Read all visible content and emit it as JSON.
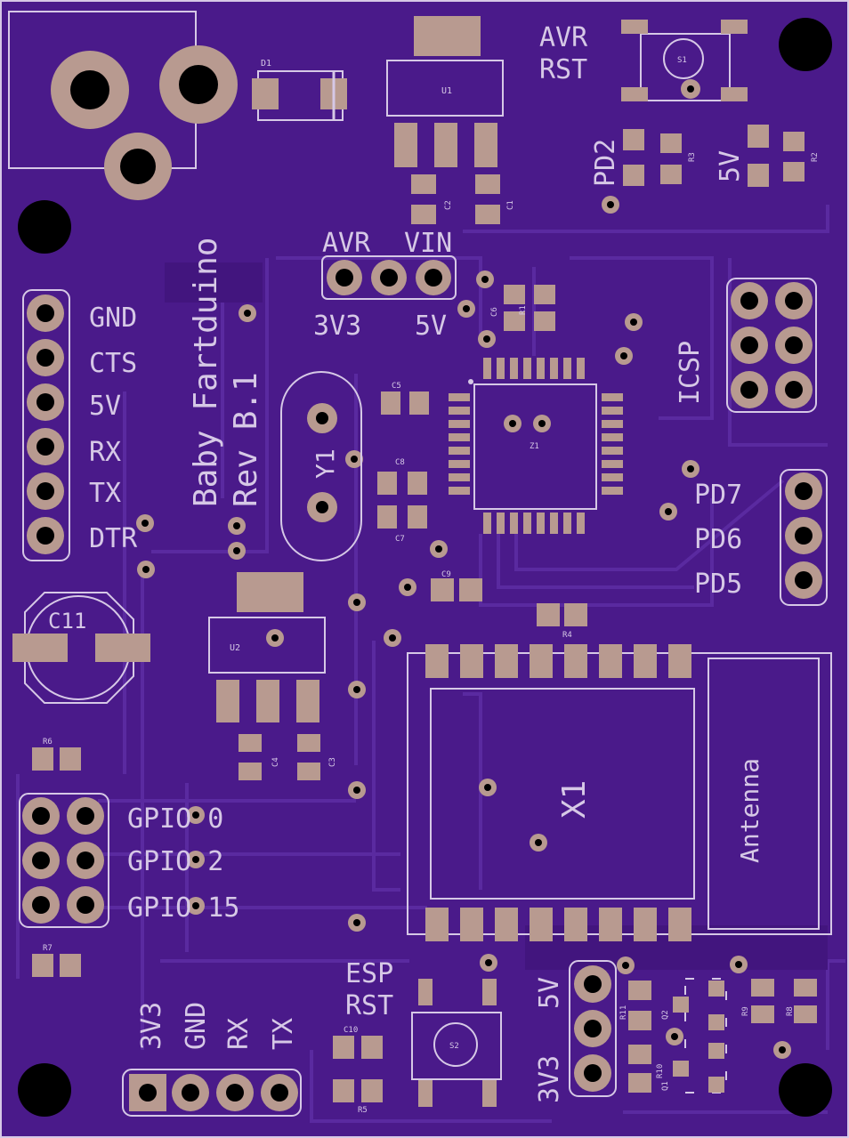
{
  "board": {
    "title_line1": "Baby Fartduino",
    "title_line2": "Rev B.1",
    "colors": {
      "soldermask": "#4a1a8a",
      "trace": "#5a2aa0",
      "silk": "#d6c8e6",
      "pad": "#b89a90",
      "drill": "#000000"
    }
  },
  "labels": {
    "avr_rst_1": "AVR",
    "avr_rst_2": "RST",
    "pd2": "PD2",
    "five_v_top": "5V",
    "icsp": "ICSP",
    "avr": "AVR",
    "vin": "VIN",
    "three_v3": "3V3",
    "five_v_jumper": "5V",
    "gnd": "GND",
    "cts": "CTS",
    "five_v": "5V",
    "rx": "RX",
    "tx": "TX",
    "dtr": "DTR",
    "pd7": "PD7",
    "pd6": "PD6",
    "pd5": "PD5",
    "c11": "C11",
    "y1": "Y1",
    "x1": "X1",
    "antenna": "Antenna",
    "gpio0": "GPIO 0",
    "gpio2": "GPIO 2",
    "gpio15": "GPIO 15",
    "esp_rst_1": "ESP",
    "esp_rst_2": "RST",
    "b_3v3": "3V3",
    "b_gnd": "GND",
    "b_rx": "RX",
    "b_tx": "TX",
    "r_5v": "5V",
    "r_3v3": "3V3"
  },
  "refdes": {
    "d1": "D1",
    "u1": "U1",
    "s1": "S1",
    "r3": "R3",
    "r2": "R2",
    "c2": "C2",
    "c1": "C1",
    "c6": "C6",
    "r1": "R1",
    "c5": "C5",
    "z1": "Z1",
    "c8": "C8",
    "c7": "C7",
    "c9": "C9",
    "r4": "R4",
    "u2": "U2",
    "c4": "C4",
    "c3": "C3",
    "r6": "R6",
    "r7": "R7",
    "c10": "C10",
    "r5": "R5",
    "s2": "S2",
    "r11": "R11",
    "q2": "Q2",
    "r10": "R10",
    "q1": "Q1",
    "r9": "R9",
    "r8": "R8"
  }
}
